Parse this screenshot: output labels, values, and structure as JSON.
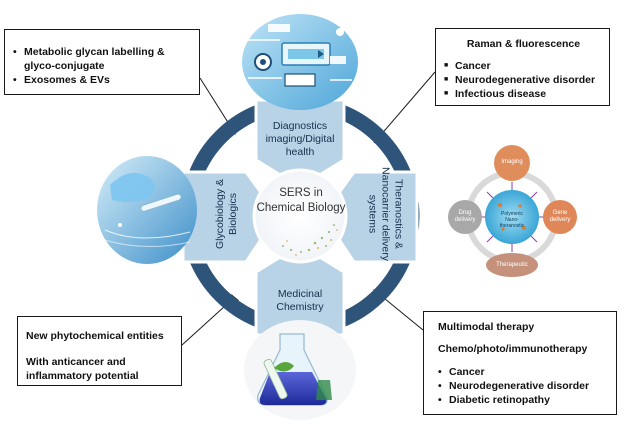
{
  "center": {
    "title": "SERS in Chemical Biology"
  },
  "segments": {
    "top": "Diagnostics imaging/Digital health",
    "left": "Glycobiology & Biologics",
    "right": "Theranostics & Nanocarrier delivery systems",
    "bottom": "Medicinal Chemistry"
  },
  "boxes": {
    "top_left": {
      "items": [
        "Metabolic glycan labelling & glyco-conjugate",
        "Exosomes & EVs"
      ]
    },
    "top_right": {
      "title": "Raman & fluorescence",
      "items": [
        "Cancer",
        "Neurodegenerative disorder",
        "Infectious disease"
      ]
    },
    "bottom_left": {
      "line1": "New phytochemical entities",
      "line2": "With anticancer and inflammatory potential"
    },
    "bottom_right": {
      "title": "Multimodal therapy",
      "subtitle": "Chemo/photo/immunotherapy",
      "items": [
        "Cancer",
        "Neurodegenerative disorder",
        "Diabetic retinopathy"
      ]
    }
  },
  "nanocarrier": {
    "top": "Imaging",
    "left": "Drug delivery",
    "right": "Gene delivery",
    "bottom": "Therapeutic",
    "center": "Polymeric Nano-theranostic"
  },
  "colors": {
    "ring": "#2f5479",
    "panel": "#b8d2e6",
    "panel_light": "#d3e4f1",
    "imaging_node": "#e08d5c",
    "drug_node": "#a8a8a8",
    "gene_node": "#e0875a",
    "therapeutic_node": "#c5917a"
  }
}
